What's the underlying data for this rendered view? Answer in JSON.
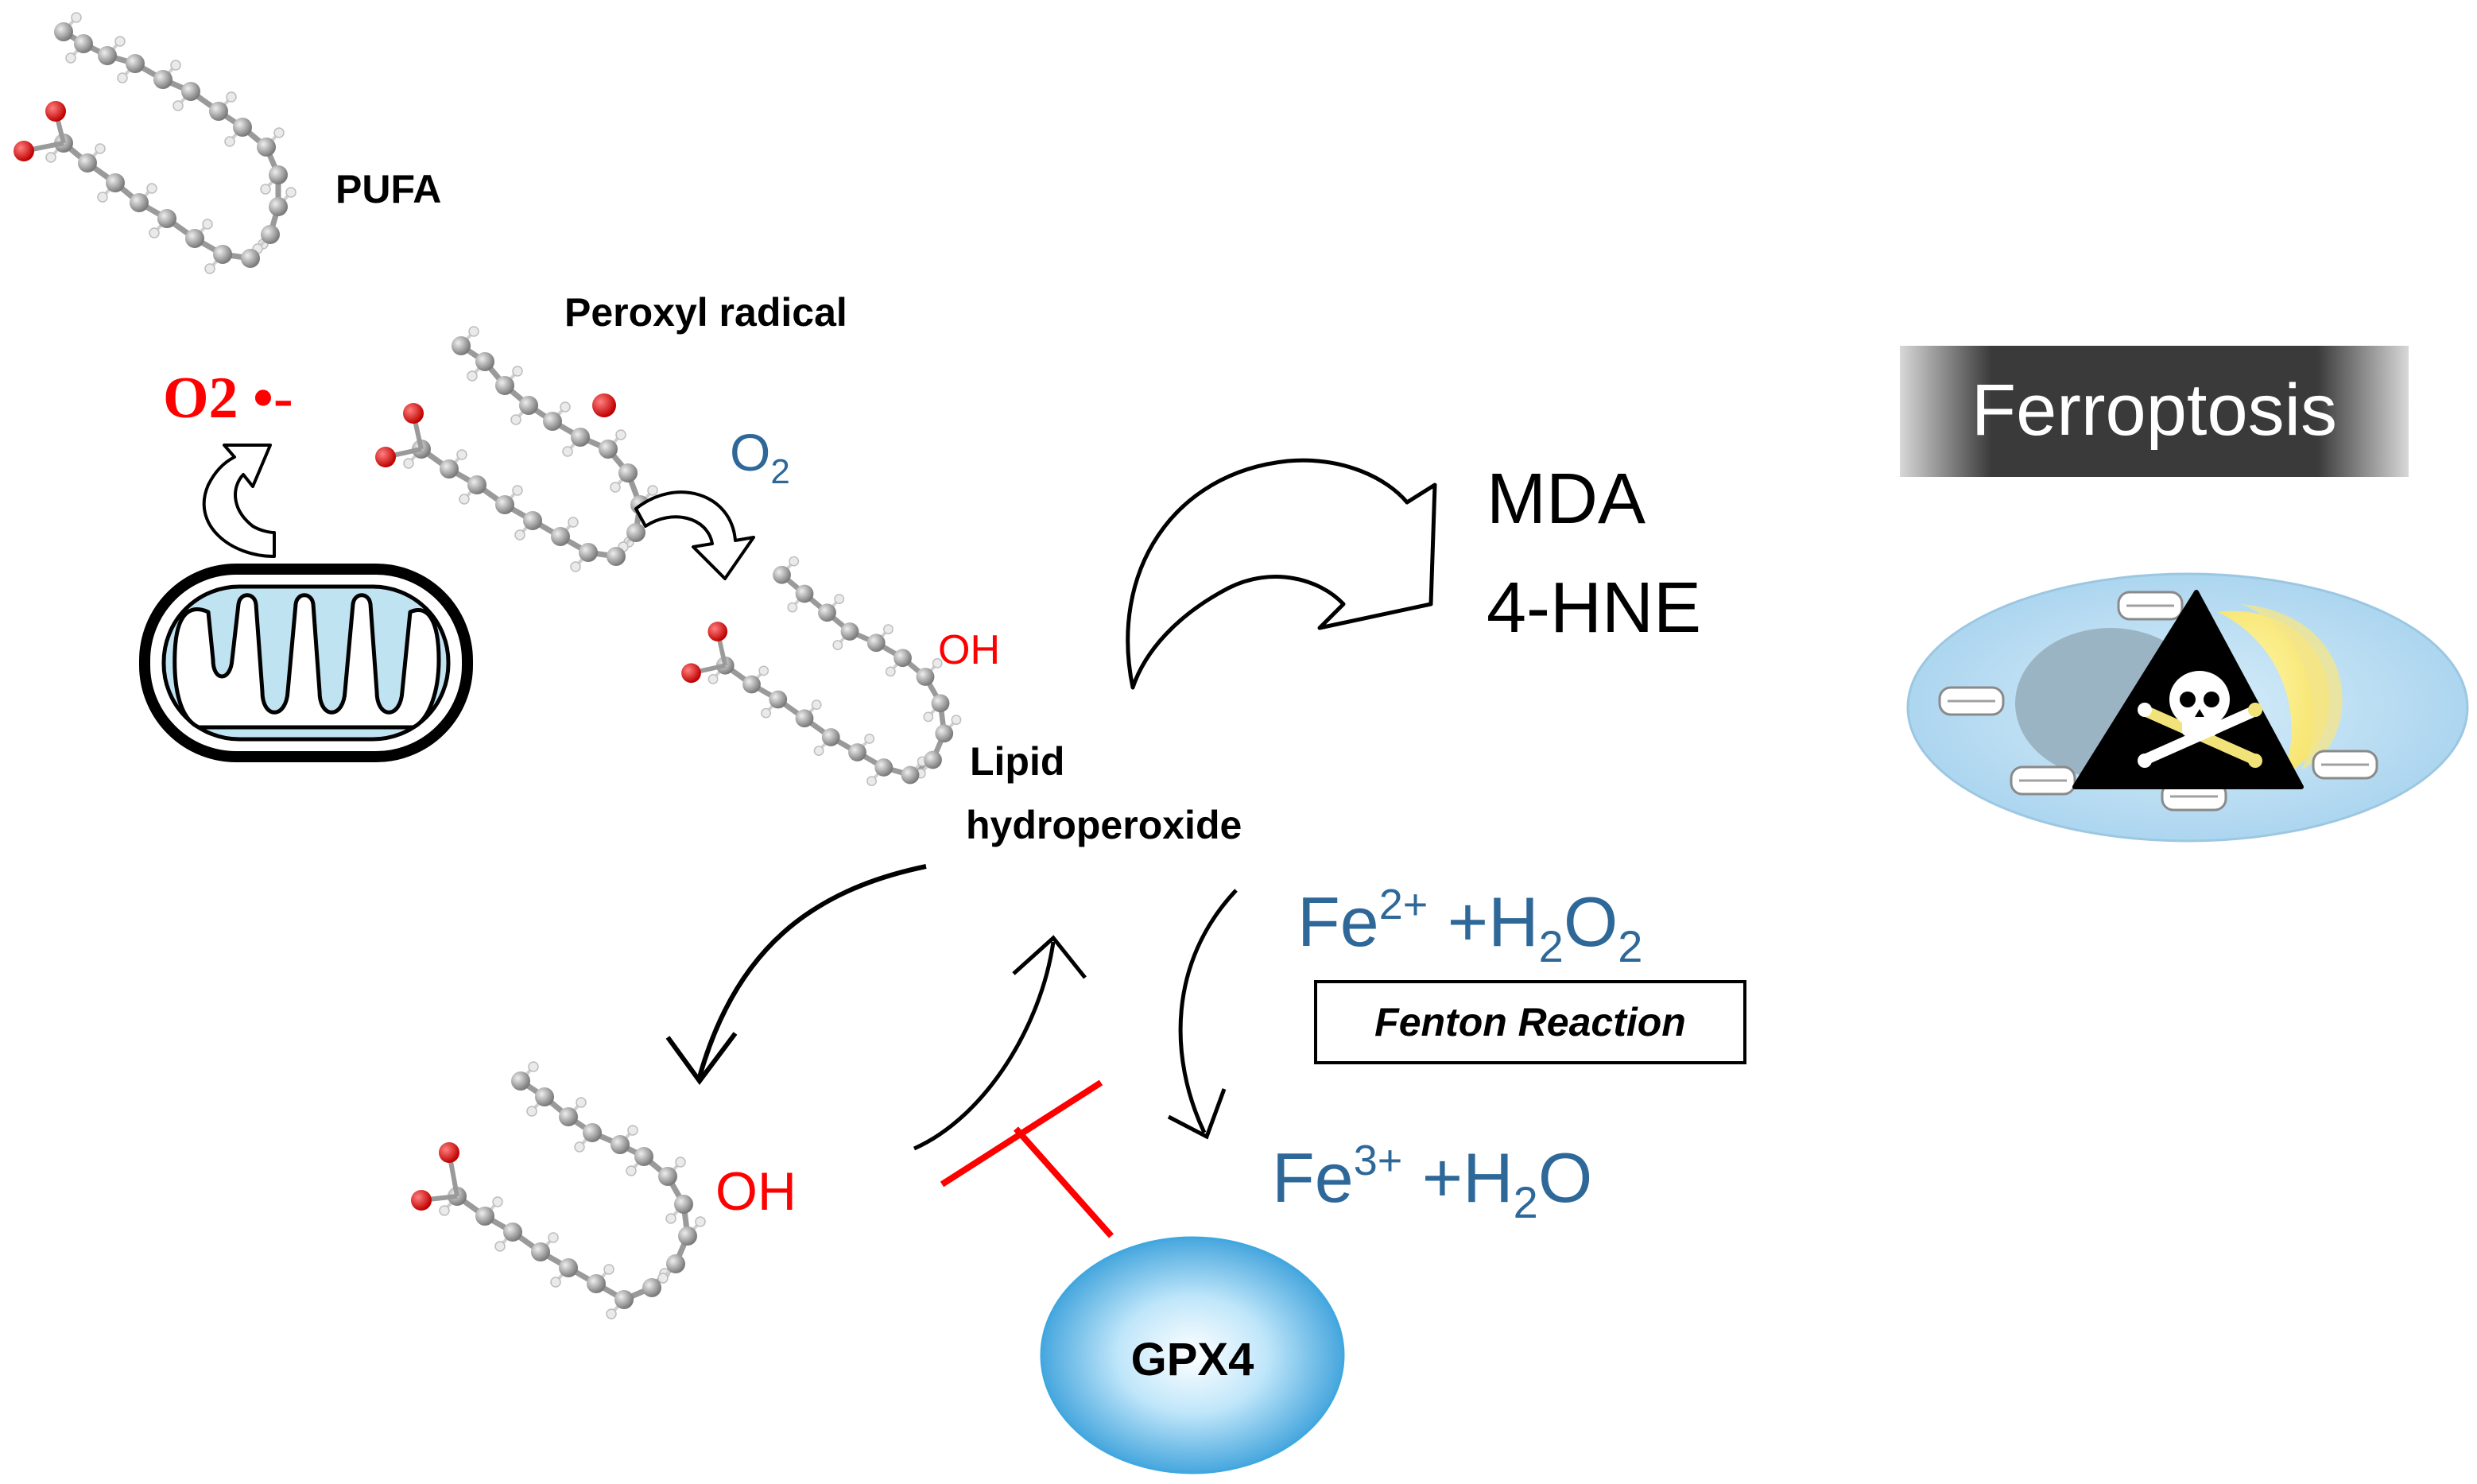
{
  "labels": {
    "pufa": "PUFA",
    "peroxyl": "Peroxyl radical",
    "superoxide": "O2 •-",
    "o2_base": "O",
    "o2_sub": "2",
    "oh_upper": "OH",
    "lipid_line1": "Lipid",
    "lipid_line2": "hydroperoxide",
    "mda": "MDA",
    "hne": "4-HNE",
    "fe2_base": "Fe",
    "fe2_sup": "2+",
    "fe2_plus": " +H",
    "fe2_h_sub": "2",
    "fe2_o": "O",
    "fe2_o_sub": "2",
    "fenton": "Fenton Reaction",
    "fe3_base": "Fe",
    "fe3_sup": "3+",
    "fe3_plus": " +H",
    "fe3_h_sub": "2",
    "fe3_o": "O",
    "oh_lower": "OH",
    "gpx4": "GPX4",
    "ferroptosis": "Ferroptosis"
  },
  "colors": {
    "text": "#000000",
    "red": "#ff0000",
    "blue": "#2e6899",
    "atom_carbon": "#9a9a9a",
    "atom_oxygen": "#e01010",
    "atom_hydrogen": "#e6e6e6",
    "mito_fill": "#bfe3f1",
    "cell_fill": "#cfe8f6",
    "gpx4_fill": "#3fa8e0",
    "banner_dark": "#3a3a3a"
  },
  "icons": [
    "mitochondrion-icon",
    "skull-crossbones-icon",
    "molecule-icon"
  ]
}
